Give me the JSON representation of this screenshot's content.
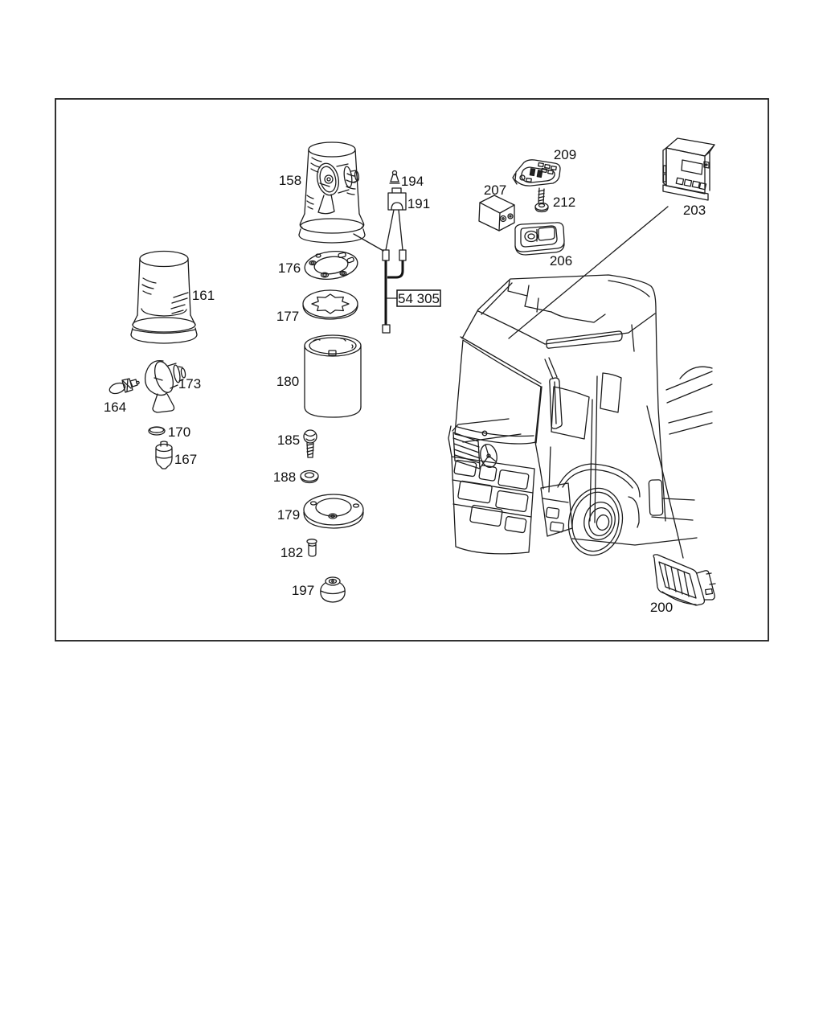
{
  "figure": {
    "type": "exploded-parts-diagram",
    "background_color": "#ffffff",
    "line_color": "#1c1c1c",
    "group_box": {
      "label": "54 305"
    },
    "parts": {
      "p158": "158",
      "p161": "161",
      "p164": "164",
      "p167": "167",
      "p170": "170",
      "p173": "173",
      "p176": "176",
      "p177": "177",
      "p179": "179",
      "p180": "180",
      "p182": "182",
      "p185": "185",
      "p188": "188",
      "p191": "191",
      "p194": "194",
      "p197": "197",
      "p200": "200",
      "p203": "203",
      "p206": "206",
      "p207": "207",
      "p209": "209",
      "p212": "212"
    }
  }
}
